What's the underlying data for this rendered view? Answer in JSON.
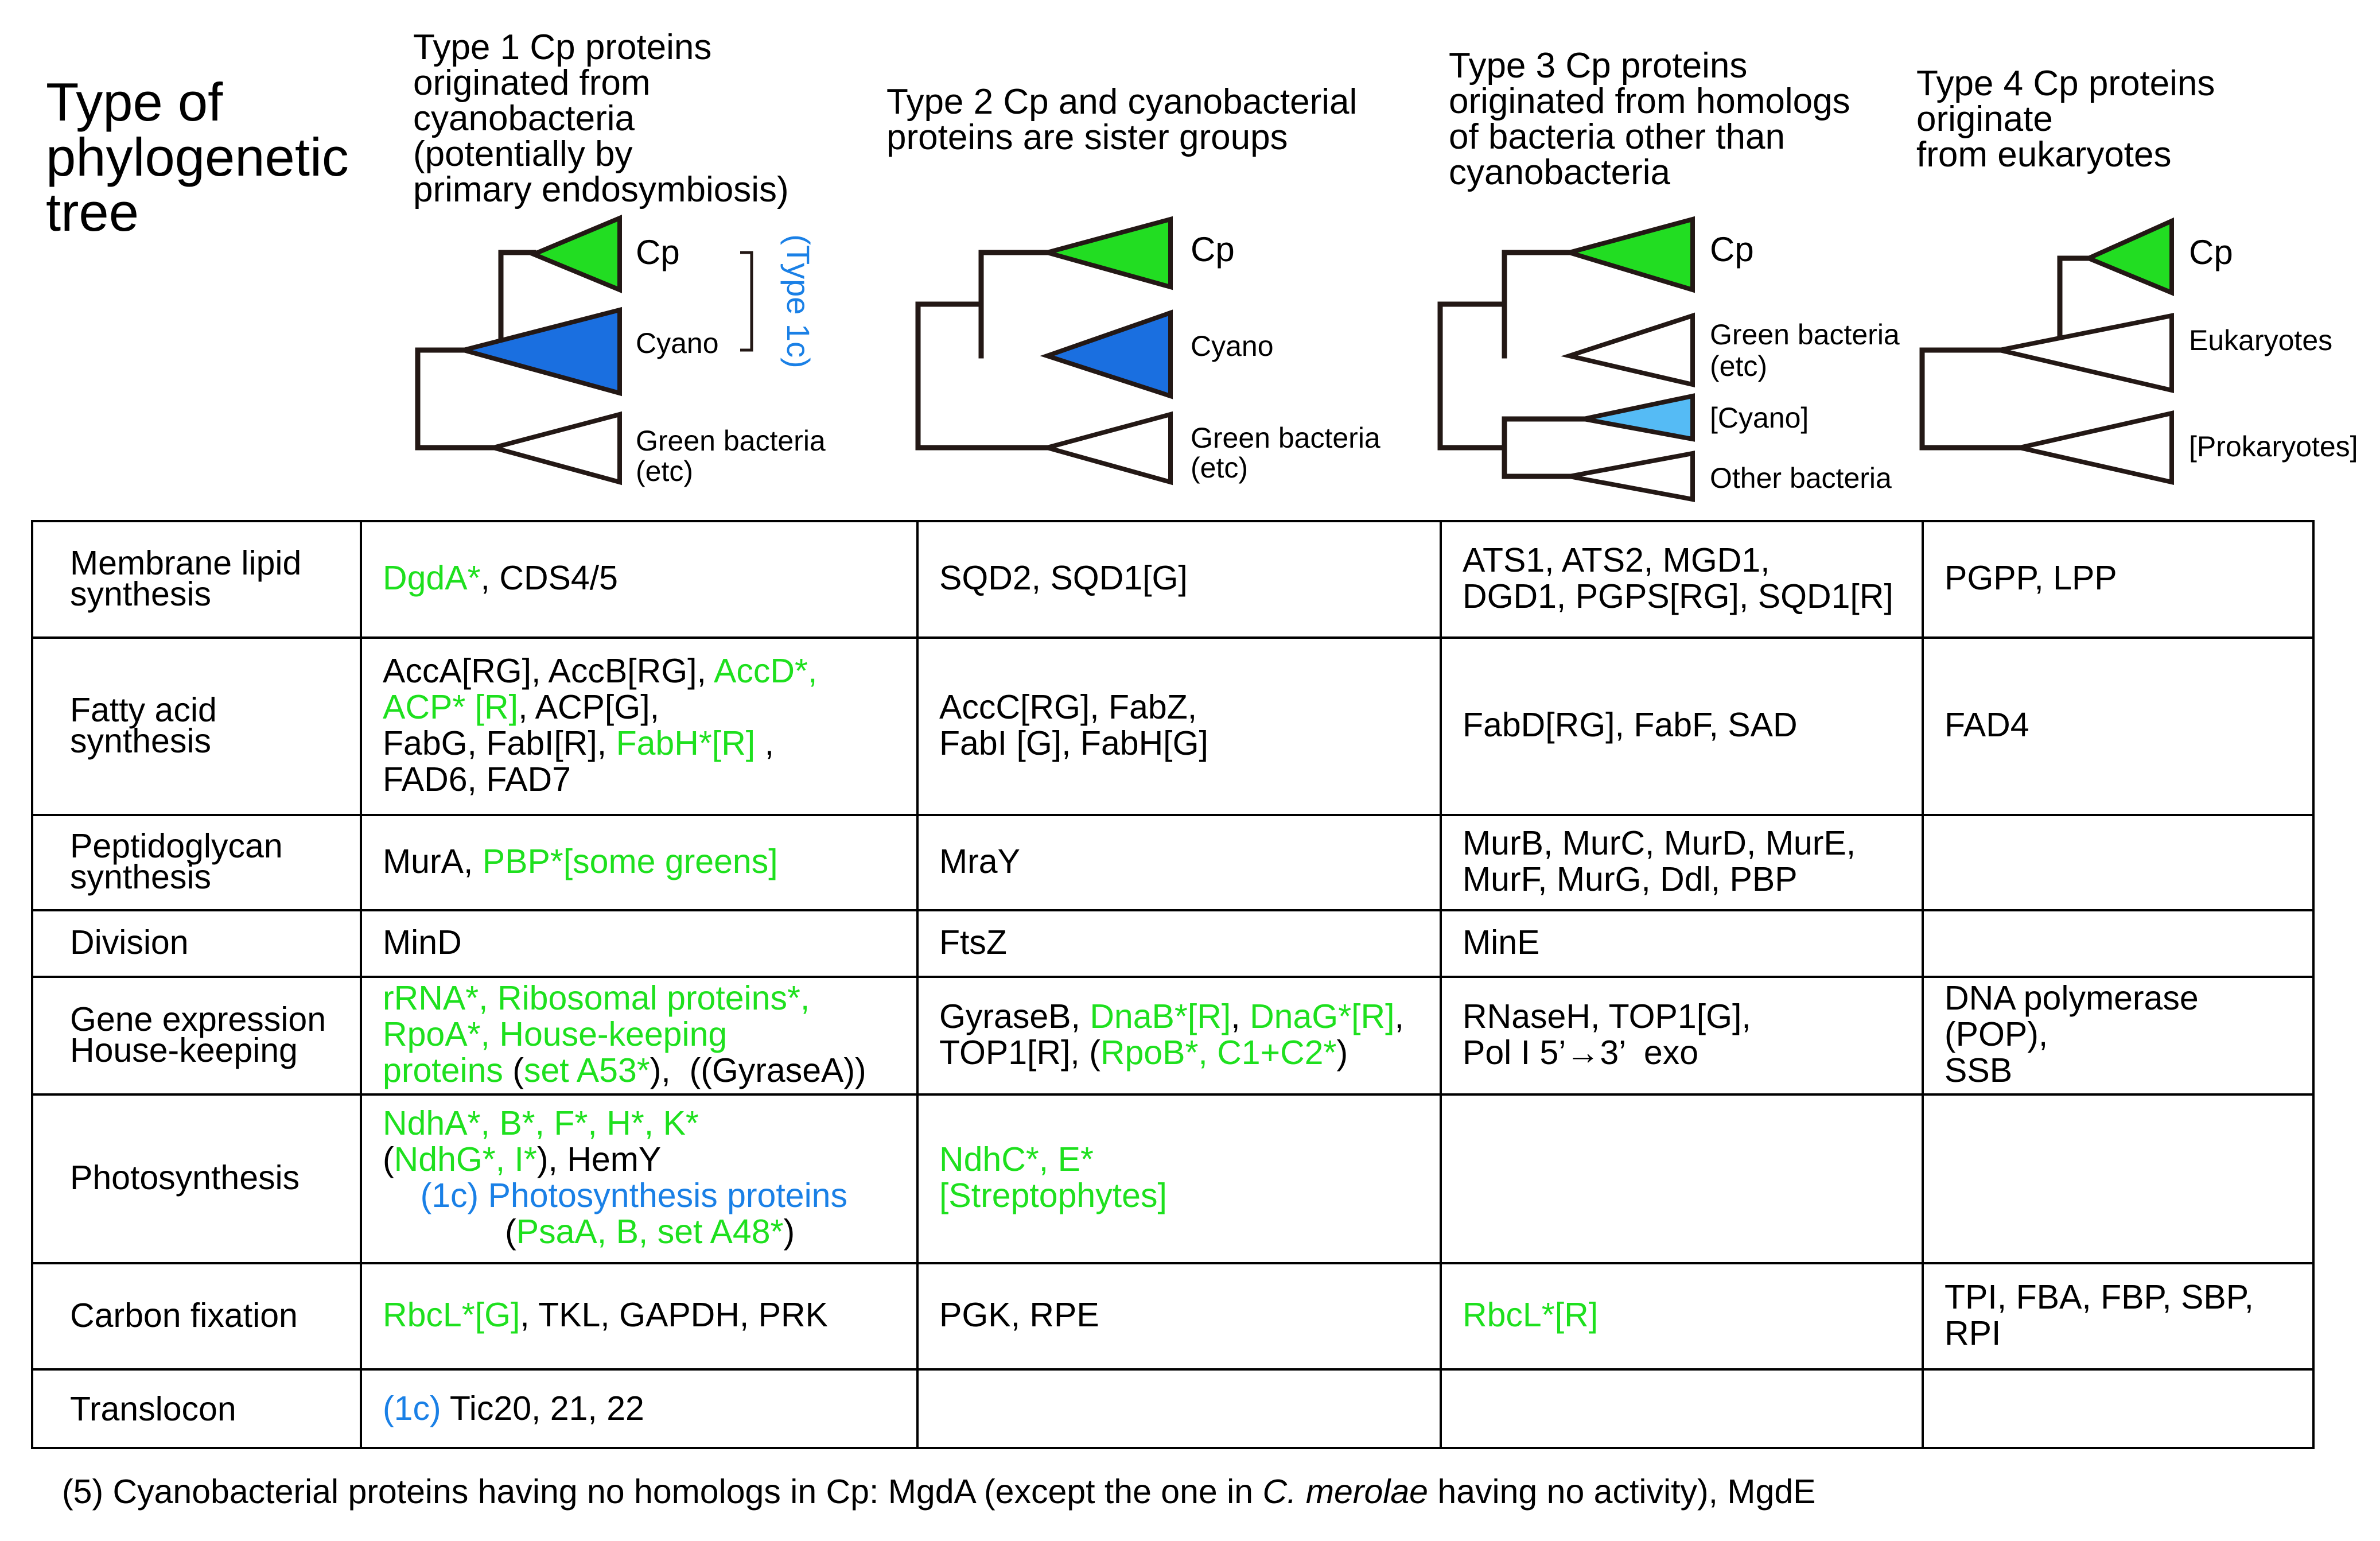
{
  "colors": {
    "green_text": "#1ee01e",
    "blue_text": "#1a80e6",
    "cp_fill": "#22dd22",
    "cyano_fill": "#1a6fe0",
    "light_cyano_fill": "#55bbf5"
  },
  "page_title": "Type of\nphylogenetic\ntree",
  "types": [
    {
      "title": "Type 1 Cp proteins\noriginated from\ncyanobacteria\n(potentially by\nprimary endosymbiosis)",
      "labels": {
        "cp": "Cp",
        "cyano": "Cyano",
        "green": "Green bacteria",
        "etc": "(etc)",
        "bracket": "(Type 1c)"
      }
    },
    {
      "title": "Type 2 Cp and cyanobacterial\nproteins are sister groups",
      "labels": {
        "cp": "Cp",
        "cyano": "Cyano",
        "green": "Green bacteria",
        "etc": "(etc)"
      }
    },
    {
      "title": "Type 3 Cp proteins\noriginated from homologs\nof bacteria other than\ncyanobacteria",
      "labels": {
        "cp": "Cp",
        "green": "Green bacteria",
        "etc": "(etc)",
        "cyano": "[Cyano]",
        "other": "Other bacteria"
      }
    },
    {
      "title": "Type 4 Cp proteins\noriginate\nfrom eukaryotes",
      "labels": {
        "cp": "Cp",
        "euk": "Eukaryotes",
        "prok": "[Prokaryotes]"
      }
    }
  ],
  "rows": [
    {
      "category": "Membrane lipid\nsynthesis",
      "cells": [
        [
          {
            "t": "DgdA*",
            "c": "g"
          },
          {
            "t": ", CDS4/5"
          }
        ],
        [
          {
            "t": "SQD2, SQD1[G]"
          }
        ],
        [
          {
            "t": "ATS1, ATS2, MGD1,\nDGD1, PGPS[RG], SQD1[R]"
          }
        ],
        [
          {
            "t": "PGPP, LPP"
          }
        ]
      ]
    },
    {
      "category": "Fatty acid\nsynthesis",
      "cells": [
        [
          {
            "t": "AccA[RG], AccB[RG], "
          },
          {
            "t": "AccD*,",
            "c": "g"
          },
          {
            "t": "\n"
          },
          {
            "t": "ACP* [R]",
            "c": "g"
          },
          {
            "t": ", ACP[G],\nFabG, FabI[R], "
          },
          {
            "t": "FabH*[R]",
            "c": "g"
          },
          {
            "t": " ,\nFAD6, FAD7"
          }
        ],
        [
          {
            "t": "AccC[RG], FabZ,\nFabI [G], FabH[G]"
          }
        ],
        [
          {
            "t": "FabD[RG], FabF, SAD"
          }
        ],
        [
          {
            "t": "FAD4"
          }
        ]
      ]
    },
    {
      "category": "Peptidoglycan\nsynthesis",
      "cells": [
        [
          {
            "t": "MurA, "
          },
          {
            "t": "PBP*[some greens]",
            "c": "g"
          }
        ],
        [
          {
            "t": "MraY"
          }
        ],
        [
          {
            "t": "MurB, MurC, MurD, MurE,\nMurF, MurG, Ddl, PBP"
          }
        ],
        []
      ]
    },
    {
      "category": "Division",
      "cells": [
        [
          {
            "t": "MinD"
          }
        ],
        [
          {
            "t": "FtsZ"
          }
        ],
        [
          {
            "t": "MinE"
          }
        ],
        []
      ]
    },
    {
      "category": "Gene expression\nHouse-keeping",
      "cells": [
        [
          {
            "t": "rRNA*, Ribosomal proteins*,\nRpoA*, House-keeping\nproteins",
            "c": "g"
          },
          {
            "t": " ("
          },
          {
            "t": "set A53*",
            "c": "g"
          },
          {
            "t": "),  ((GyraseA))"
          }
        ],
        [
          {
            "t": "GyraseB, "
          },
          {
            "t": "DnaB*[R]",
            "c": "g"
          },
          {
            "t": ", "
          },
          {
            "t": "DnaG*[R]",
            "c": "g"
          },
          {
            "t": ",\nTOP1[R], ("
          },
          {
            "t": "RpoB*, C1+C2*",
            "c": "g"
          },
          {
            "t": ")"
          }
        ],
        [
          {
            "t": "RNaseH, TOP1[G],\nPol I 5’→3’  exo"
          }
        ],
        [
          {
            "t": "DNA polymerase (POP),\nSSB"
          }
        ]
      ]
    },
    {
      "category": "Photosynthesis",
      "cells": [
        [
          {
            "t": "NdhA*, B*, F*, H*, K*",
            "c": "g"
          },
          {
            "t": "\n("
          },
          {
            "t": "NdhG*, I*",
            "c": "g"
          },
          {
            "t": "), HemY\n    "
          },
          {
            "t": "(1c) Photosynthesis proteins",
            "c": "b"
          },
          {
            "t": "\n             ("
          },
          {
            "t": "PsaA, B, set A48*",
            "c": "g"
          },
          {
            "t": ")"
          }
        ],
        [
          {
            "t": "NdhC*, E*\n[Streptophytes]",
            "c": "g"
          }
        ],
        [],
        []
      ]
    },
    {
      "category": "Carbon fixation",
      "cells": [
        [
          {
            "t": "RbcL*[G]",
            "c": "g"
          },
          {
            "t": ", TKL, GAPDH, PRK"
          }
        ],
        [
          {
            "t": "PGK, RPE"
          }
        ],
        [
          {
            "t": "RbcL*[R]",
            "c": "g"
          }
        ],
        [
          {
            "t": "TPI, FBA, FBP, SBP,\nRPI"
          }
        ]
      ]
    },
    {
      "category": "Translocon",
      "cells": [
        [
          {
            "t": "(1c)",
            "c": "b"
          },
          {
            "t": " Tic20, 21, 22"
          }
        ],
        [],
        [],
        []
      ]
    }
  ],
  "footnote": {
    "before": "(5) Cyanobacterial proteins having no homologs in Cp: MgdA (except the one in ",
    "italic": "C. merolae",
    "after": " having no activity), MgdE"
  }
}
